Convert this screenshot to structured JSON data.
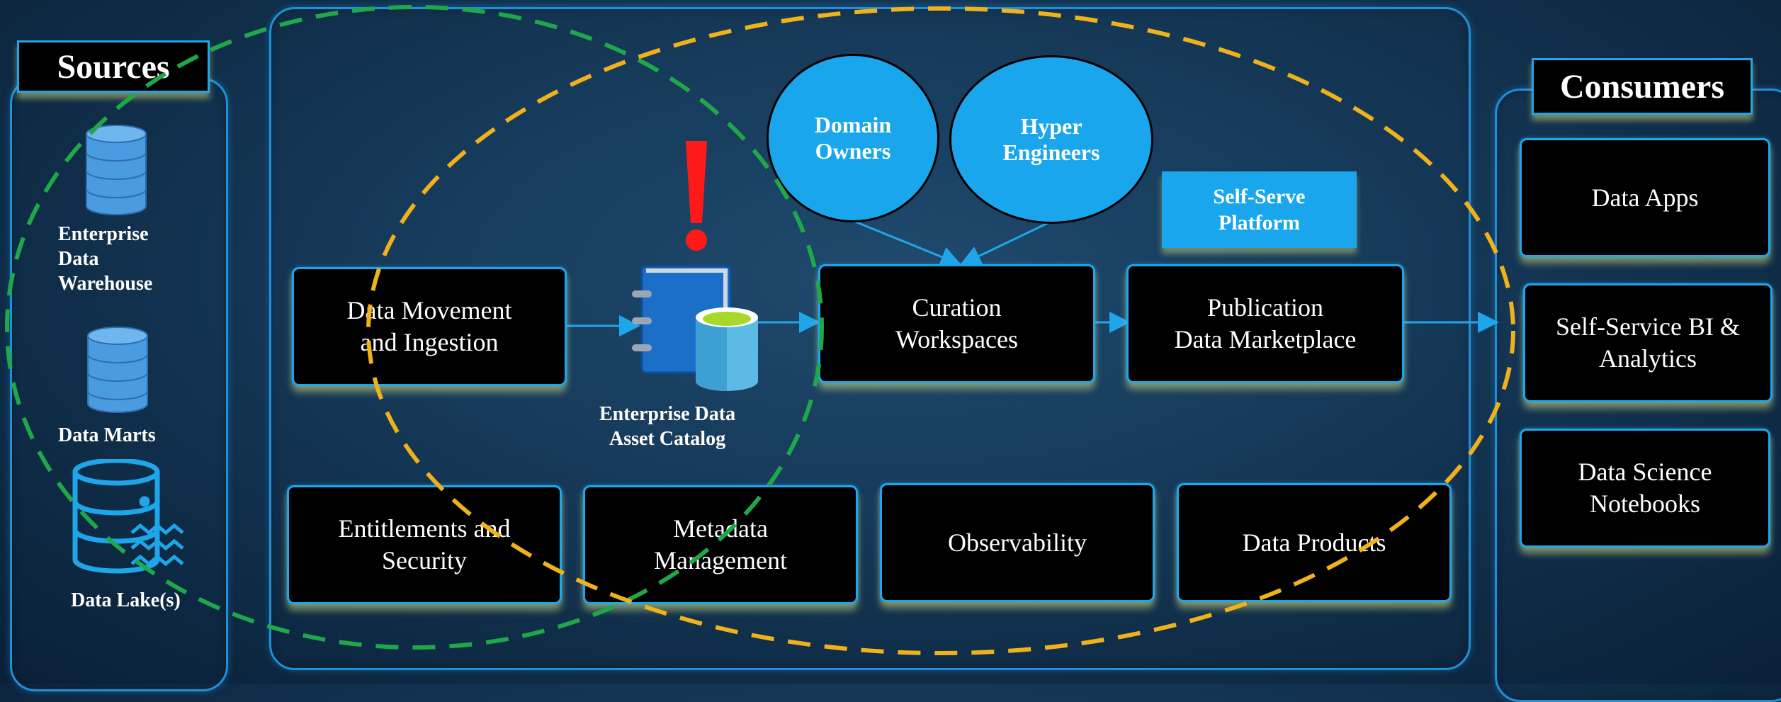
{
  "sources": {
    "title": "Sources",
    "items": [
      {
        "label": "Enterprise\nData\nWarehouse",
        "icon": "database-icon"
      },
      {
        "label": "Data Marts",
        "icon": "database-icon"
      },
      {
        "label": "Data Lake(s)",
        "icon": "data-lake-icon"
      }
    ]
  },
  "consumers": {
    "title": "Consumers",
    "items": [
      {
        "label": "Data Apps"
      },
      {
        "label": "Self-Service BI &\nAnalytics"
      },
      {
        "label": "Data Science\nNotebooks"
      }
    ]
  },
  "platform": {
    "roles": [
      {
        "label": "Domain\nOwners"
      },
      {
        "label": "Hyper\nEngineers"
      }
    ],
    "self_serve": "Self-Serve\nPlatform",
    "catalog": {
      "label": "Enterprise Data\nAsset Catalog",
      "icon": "catalog-icon"
    },
    "alert_icon": "exclamation-icon",
    "flow": [
      {
        "label": "Data Movement\nand Ingestion"
      },
      {
        "label": "Curation\nWorkspaces"
      },
      {
        "label": "Publication\nData Marketplace"
      }
    ],
    "capabilities": [
      {
        "label": "Entitlements and\nSecurity"
      },
      {
        "label": "Metadata\nManagement"
      },
      {
        "label": "Observability"
      },
      {
        "label": "Data Products"
      }
    ]
  },
  "colors": {
    "accent_blue": "#1fa6ea",
    "alert_red": "#ff1a1a",
    "green_boundary": "#1fa84a",
    "gold_boundary": "#f0b21a",
    "background": "#163a5a"
  }
}
